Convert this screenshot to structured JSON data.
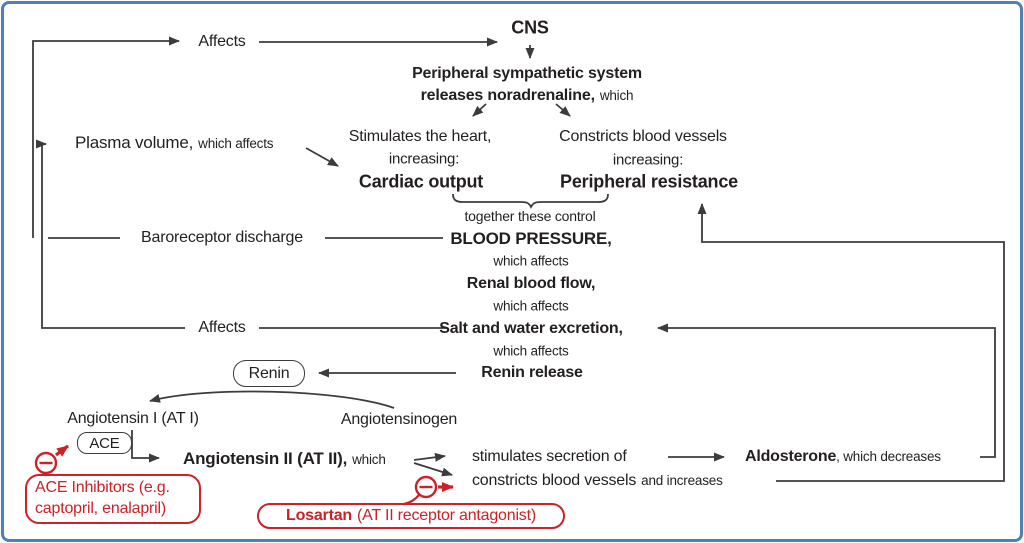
{
  "colors": {
    "frame": "#4e81b4",
    "line": "#3c3c3c",
    "text": "#231f20",
    "red": "#cc2127",
    "background": "#ffffff"
  },
  "nodes": {
    "affects_top": "Affects",
    "cns": "CNS",
    "sympathetic_line1": "Peripheral sympathetic system",
    "sympathetic_line2_bold": "releases noradrenaline,",
    "sympathetic_line2_tail": "which",
    "stimulates_heart": "Stimulates the heart,",
    "increasing": "increasing:",
    "cardiac_output": "Cardiac output",
    "constricts_vessels": "Constricts blood vessels",
    "peripheral_resistance": "Peripheral resistance",
    "together_control": "together these control",
    "blood_pressure": "BLOOD PRESSURE,",
    "which_affects": "which affects",
    "renal_blood_flow": "Renal blood flow,",
    "salt_water_excretion": "Salt and water excretion,",
    "renin_release": "Renin release",
    "plasma_volume": "Plasma volume,",
    "plasma_volume_tail": "which affects",
    "baroreceptor_discharge": "Baroreceptor discharge",
    "affects_bottom": "Affects",
    "renin": "Renin",
    "angiotensin_1": "Angiotensin I (AT I)",
    "angiotensinogen": "Angiotensinogen",
    "ace": "ACE",
    "angiotensin_2_bold": "Angiotensin II (AT II),",
    "angiotensin_2_tail": "which",
    "stimulates_secretion": "stimulates secretion of",
    "aldosterone_bold": "Aldosterone",
    "aldosterone_tail": ", which decreases",
    "constricts_bottom": "constricts blood vessels",
    "constricts_bottom_tail": "and increases",
    "ace_inhibitors_line1": "ACE Inhibitors (e.g.",
    "ace_inhibitors_line2": "captopril, enalapril)",
    "losartan_bold": "Losartan",
    "losartan_tail": "(AT II receptor antagonist)"
  }
}
